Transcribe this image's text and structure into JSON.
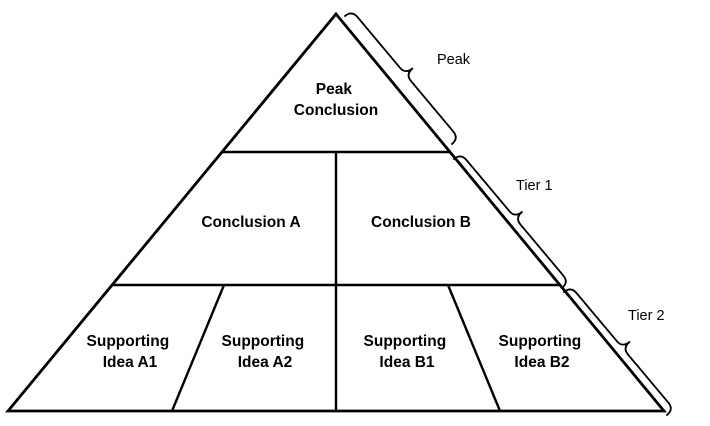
{
  "colors": {
    "line": "#000000",
    "text": "#000000",
    "background": "#ffffff"
  },
  "pyramid": {
    "tiers": [
      {
        "label": "Peak",
        "cells": [
          {
            "lines": [
              "Peak",
              "Conclusion"
            ]
          }
        ]
      },
      {
        "label": "Tier 1",
        "cells": [
          {
            "lines": [
              "Conclusion A"
            ]
          },
          {
            "lines": [
              "Conclusion B"
            ]
          }
        ]
      },
      {
        "label": "Tier 2",
        "cells": [
          {
            "lines": [
              "Supporting",
              "Idea A1"
            ]
          },
          {
            "lines": [
              "Supporting",
              "Idea A2"
            ]
          },
          {
            "lines": [
              "Supporting",
              "Idea B1"
            ]
          },
          {
            "lines": [
              "Supporting",
              "Idea B2"
            ]
          }
        ]
      }
    ]
  }
}
